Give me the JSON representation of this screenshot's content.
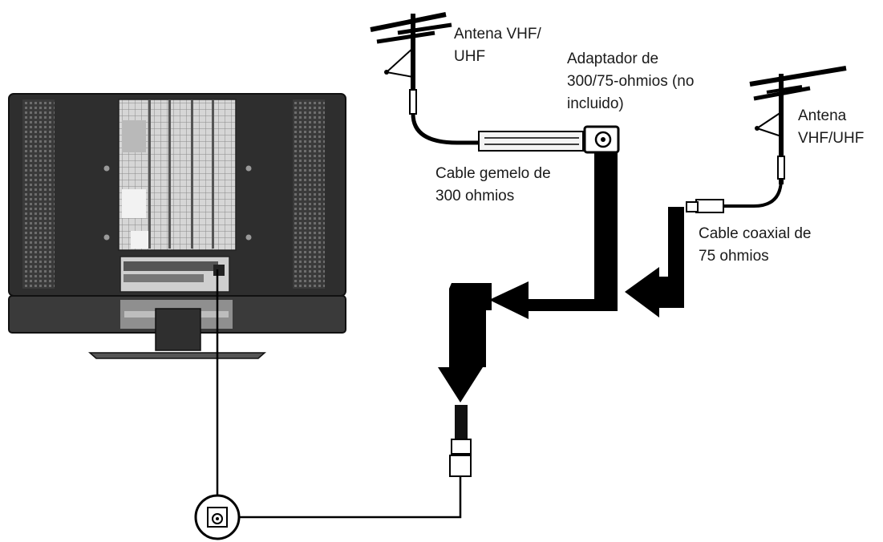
{
  "labels": {
    "antenna_left": [
      "Antena VHF/",
      "UHF"
    ],
    "adapter": [
      "Adaptador de",
      "300/75-ohmios (no",
      "incluido)"
    ],
    "twin_lead": [
      "Cable gemelo de",
      "300 ohmios"
    ],
    "antenna_right": [
      "Antena",
      "VHF/UHF"
    ],
    "coax": [
      "Cable coaxial de",
      "75 ohmios"
    ]
  },
  "colors": {
    "line": "#000000",
    "tv_body": "#2b2b2b",
    "tv_panel": "#d9d9d9",
    "background": "#ffffff"
  },
  "icons": [
    "tv-rear-icon",
    "antenna-icon",
    "adapter-icon",
    "connector-icon",
    "rf-jack-icon"
  ]
}
